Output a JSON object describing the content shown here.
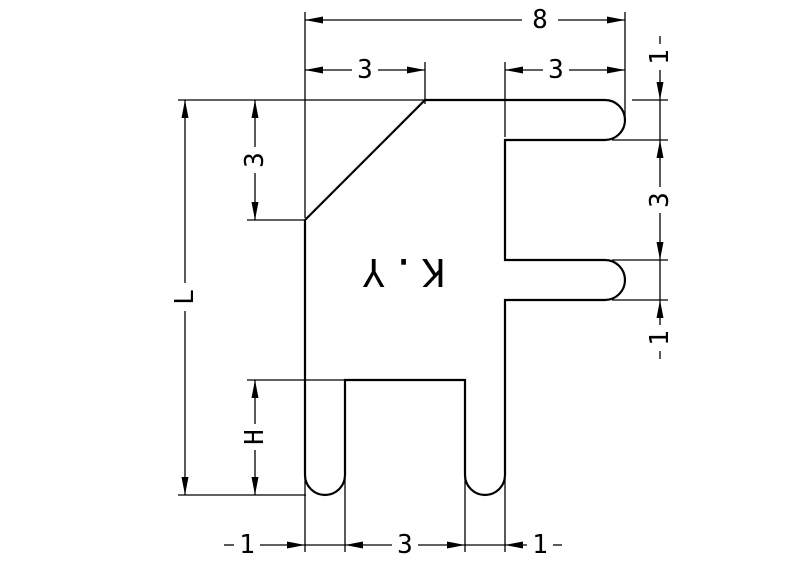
{
  "drawing": {
    "colors": {
      "background": "#ffffff",
      "line": "#000000"
    },
    "dimensions": {
      "top_width": "8",
      "top_left_seg": "3",
      "top_right_seg": "3",
      "right_top": "1",
      "right_middle": "3",
      "right_bottom": "1",
      "left_overall": "L",
      "left_upper": "3",
      "left_lower": "H",
      "bottom_left": "1",
      "bottom_middle": "3",
      "bottom_right": "1"
    },
    "annotation": {
      "part_mark": "K.Y"
    }
  }
}
